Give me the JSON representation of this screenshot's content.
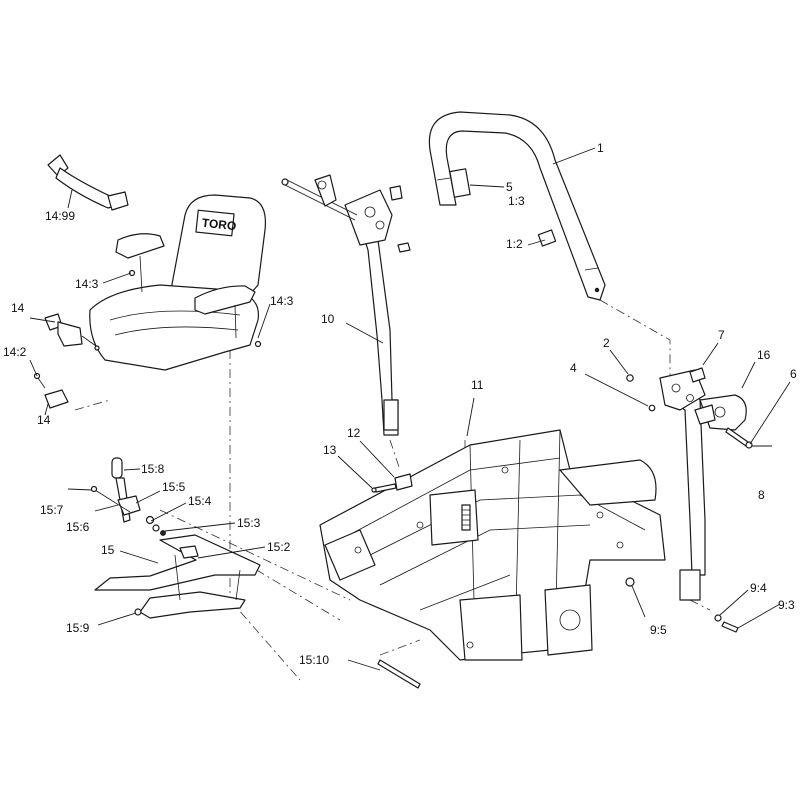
{
  "diagram": {
    "callouts": [
      {
        "id": "c-1",
        "text": "1"
      },
      {
        "id": "c-5",
        "text": "5"
      },
      {
        "id": "c-1-3",
        "text": "1:3"
      },
      {
        "id": "c-1-2",
        "text": "1:2"
      },
      {
        "id": "c-14-99",
        "text": "14:99"
      },
      {
        "id": "c-14-3a",
        "text": "14:3"
      },
      {
        "id": "c-14-3b",
        "text": "14:3"
      },
      {
        "id": "c-14a",
        "text": "14"
      },
      {
        "id": "c-14-2",
        "text": "14:2"
      },
      {
        "id": "c-14b",
        "text": "14"
      },
      {
        "id": "c-10",
        "text": "10"
      },
      {
        "id": "c-2",
        "text": "2"
      },
      {
        "id": "c-7",
        "text": "7"
      },
      {
        "id": "c-4",
        "text": "4"
      },
      {
        "id": "c-16",
        "text": "16"
      },
      {
        "id": "c-6",
        "text": "6"
      },
      {
        "id": "c-11",
        "text": "11"
      },
      {
        "id": "c-12",
        "text": "12"
      },
      {
        "id": "c-13",
        "text": "13"
      },
      {
        "id": "c-15-8",
        "text": "15:8"
      },
      {
        "id": "c-15-5",
        "text": "15:5"
      },
      {
        "id": "c-15-7",
        "text": "15:7"
      },
      {
        "id": "c-15-4",
        "text": "15:4"
      },
      {
        "id": "c-15-6",
        "text": "15:6"
      },
      {
        "id": "c-15-3",
        "text": "15:3"
      },
      {
        "id": "c-15",
        "text": "15"
      },
      {
        "id": "c-15-2",
        "text": "15:2"
      },
      {
        "id": "c-8",
        "text": "8"
      },
      {
        "id": "c-9-4",
        "text": "9:4"
      },
      {
        "id": "c-9-3",
        "text": "9:3"
      },
      {
        "id": "c-9-5",
        "text": "9:5"
      },
      {
        "id": "c-15-9",
        "text": "15:9"
      },
      {
        "id": "c-15-10",
        "text": "15:10"
      }
    ],
    "seat_logo": "TORO"
  }
}
